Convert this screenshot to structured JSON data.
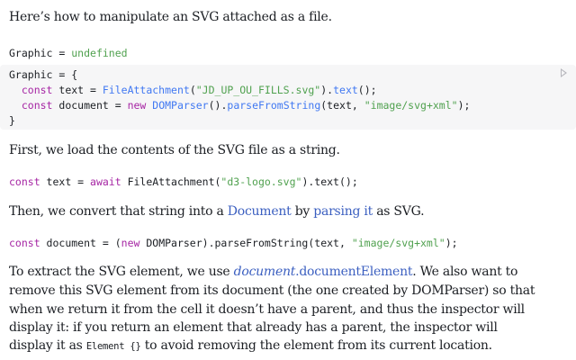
{
  "intro": "Here’s how to manipulate an SVG attached as a file.",
  "graphic_output": {
    "name": "Graphic",
    "eq": " = ",
    "value": "undefined"
  },
  "cell": {
    "line1": "Graphic = {",
    "line2_kw": "const",
    "line2_var": " text = ",
    "line2_fn": "FileAttachment",
    "line2_open": "(",
    "line2_str": "\"JD_UP_OU_FILLS.svg\"",
    "line2_close": ").",
    "line2_fn2": "text",
    "line2_end": "();",
    "line3_kw": "const",
    "line3_var": " document = ",
    "line3_new": "new",
    "line3_cls": " DOMParser",
    "line3_mid": "().",
    "line3_fn": "parseFromString",
    "line3_args": "(text, ",
    "line3_str": "\"image/svg+xml\"",
    "line3_end": ");",
    "line4": "}",
    "run_icon": "play-icon"
  },
  "para1": "First, we load the contents of the SVG file as a string.",
  "code1": {
    "kw": "const",
    "mid": " text = ",
    "await": "await",
    "fn": " FileAttachment(",
    "str": "\"d3-logo.svg\"",
    "end": ").text();"
  },
  "para2": {
    "pre": "Then, we convert that string into a ",
    "link1": "Document",
    "mid": " by ",
    "link2": "parsing it",
    "post": " as SVG."
  },
  "code2": {
    "kw": "const",
    "mid": " document = (",
    "new": "new",
    "rest": " DOMParser).parseFromString(text, ",
    "str": "\"image/svg+xml\"",
    "end": ");"
  },
  "para3": {
    "line1_pre": "To extract the SVG element, we use ",
    "line1_link_it": "document",
    "line1_link": ".documentElement",
    "line1_post": ". We also want to",
    "line2": "remove this SVG element from its document (the one created by DOMParser) so that",
    "line3": "when we return it from the cell it doesn’t have a parent, and thus the inspector will",
    "line4": "display it: if you return an element that already has a parent, the inspector will",
    "line5_pre": "display it as ",
    "line5_code": "Element {}",
    "line5_post": " to avoid removing the element from its current location."
  }
}
